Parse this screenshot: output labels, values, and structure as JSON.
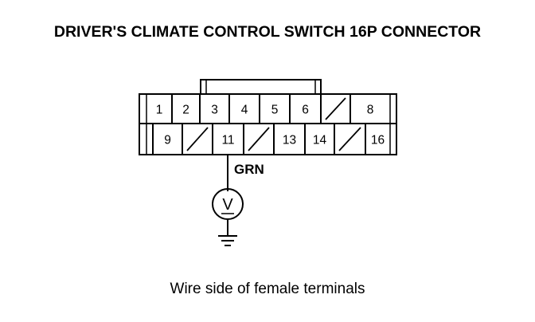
{
  "title": "DRIVER'S CLIMATE CONTROL SWITCH 16P CONNECTOR",
  "caption": "Wire side of female terminals",
  "connector": {
    "top_row": [
      "1",
      "2",
      "3",
      "4",
      "5",
      "6",
      "",
      "8"
    ],
    "bottom_row": [
      "",
      "9",
      "",
      "11",
      "",
      "13",
      "14",
      "",
      "16"
    ]
  },
  "wire": {
    "color_label": "GRN",
    "terminal": "11"
  },
  "meter": {
    "symbol": "V"
  },
  "colors": {
    "line": "#000000",
    "background": "#ffffff"
  }
}
